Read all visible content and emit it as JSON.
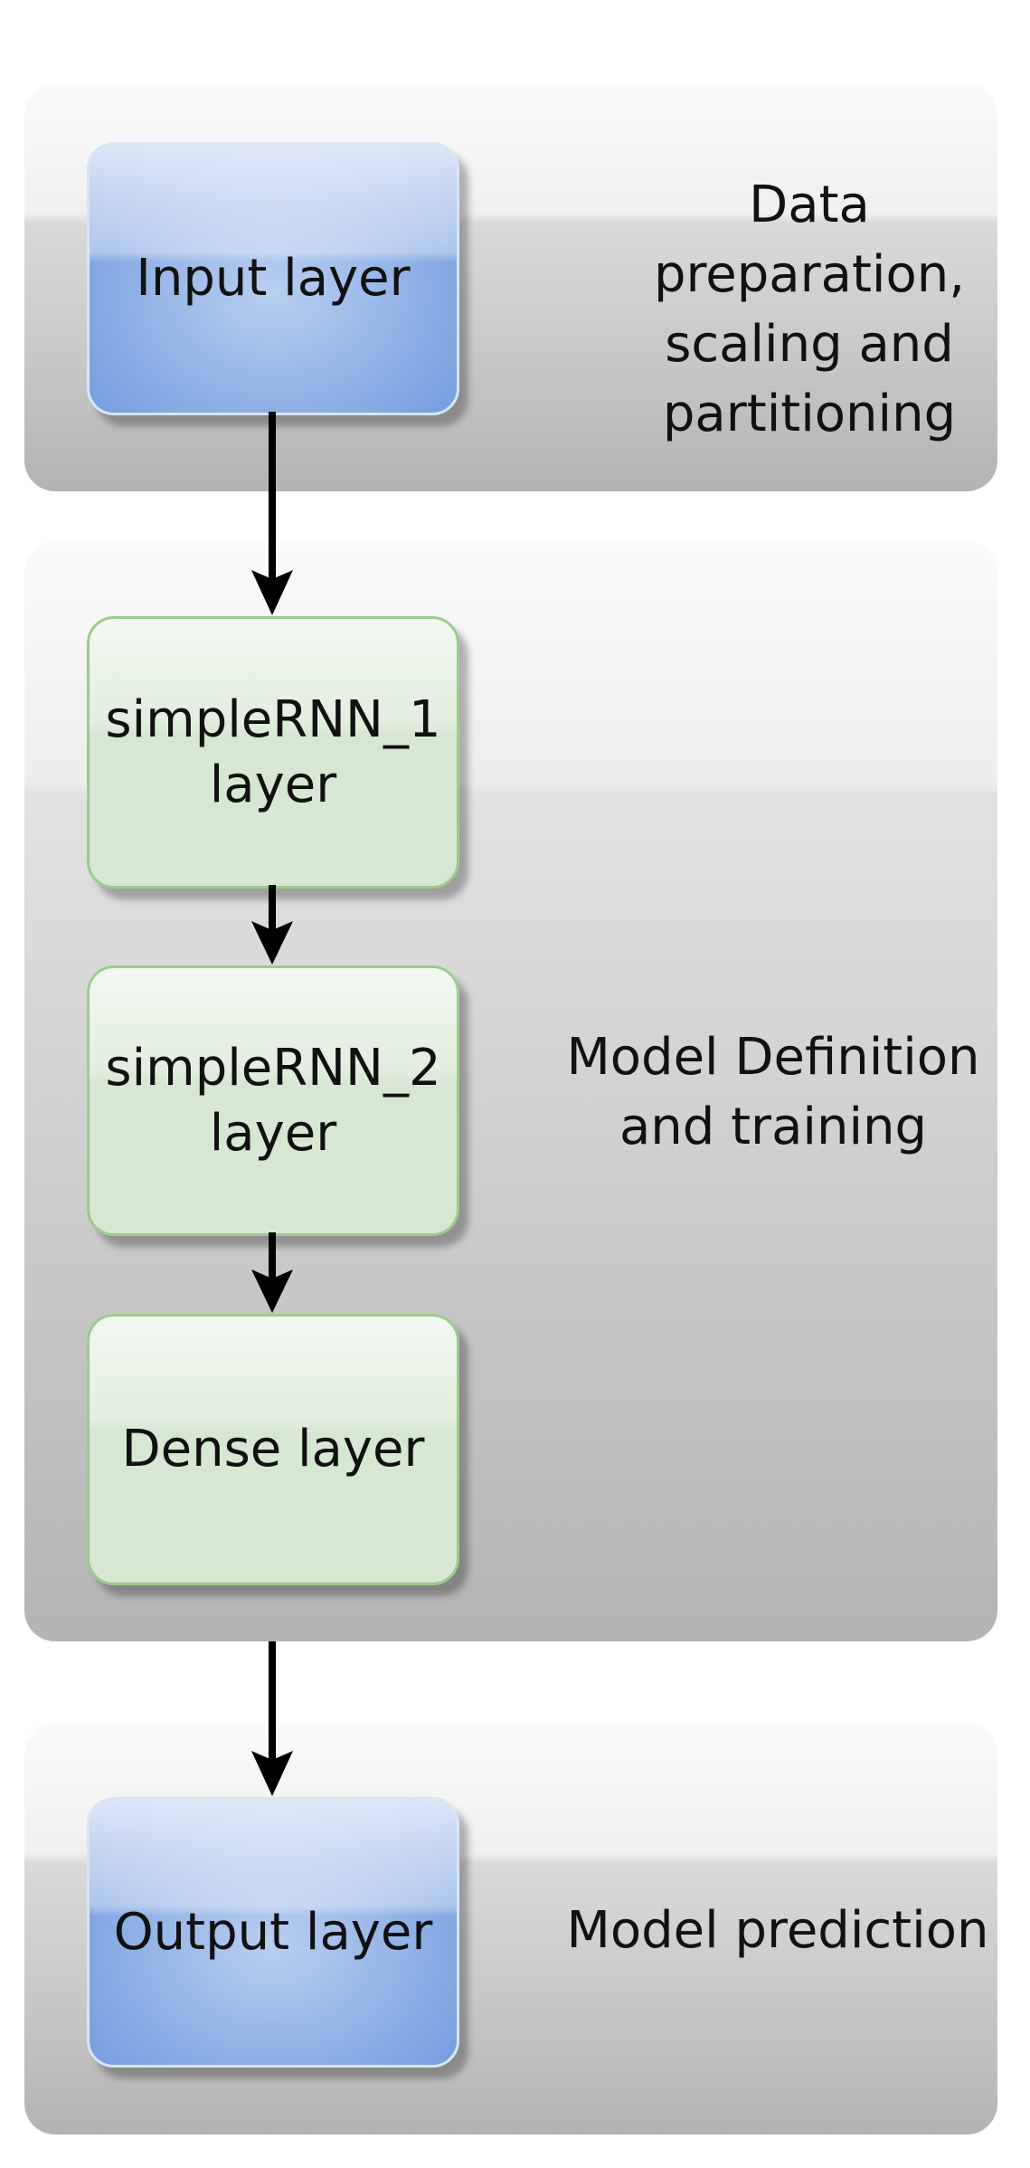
{
  "stages": {
    "preparation": {
      "description": "Data\npreparation,\nscaling and\npartitioning",
      "layer": "Input layer"
    },
    "model": {
      "description": "Model Definition\nand training",
      "layers": [
        "simpleRNN_1\nlayer",
        "simpleRNN_2\nlayer",
        "Dense layer"
      ]
    },
    "prediction": {
      "description": "Model prediction",
      "layer": "Output layer"
    }
  },
  "colors": {
    "input_output_box": "#8fb0e6",
    "model_box": "#d6e7d2",
    "model_box_border": "#9ccc8c",
    "arrow": "#000000"
  }
}
